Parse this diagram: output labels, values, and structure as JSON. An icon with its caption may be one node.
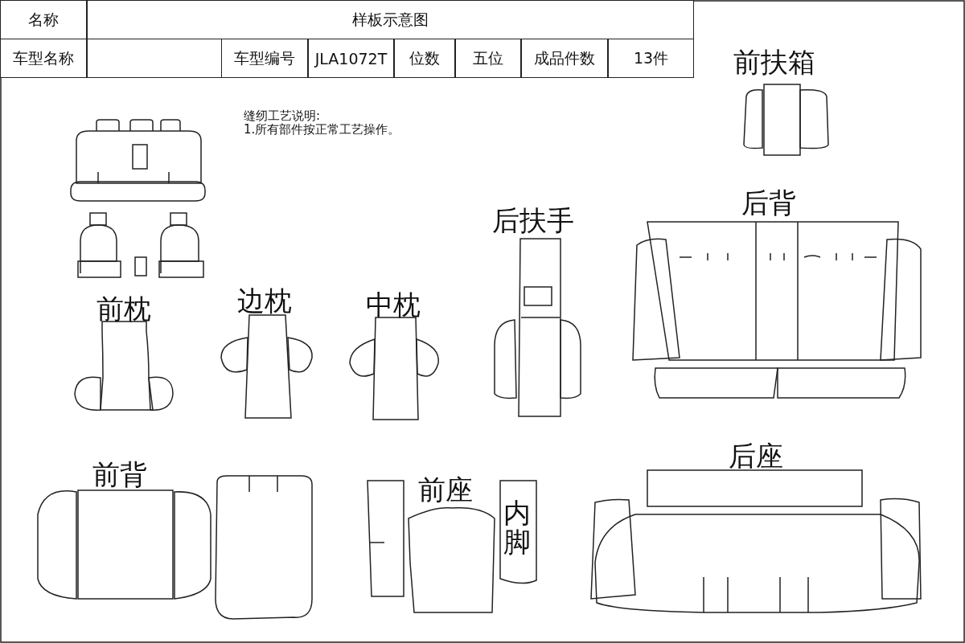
{
  "diagram": {
    "labels": [
      "名称",
      "样板示意图",
      "车型名称",
      "车型编号",
      "JLA1072T",
      "位数",
      "五位",
      "成品件数",
      "13件",
      "缝纫工艺说明:",
      "1.所有部件按正常工艺操作。",
      "前扶箱",
      "后扶手",
      "后背",
      "前枕",
      "边枕",
      "中枕",
      "前背",
      "前座",
      "内脚",
      "后座"
    ]
  }
}
